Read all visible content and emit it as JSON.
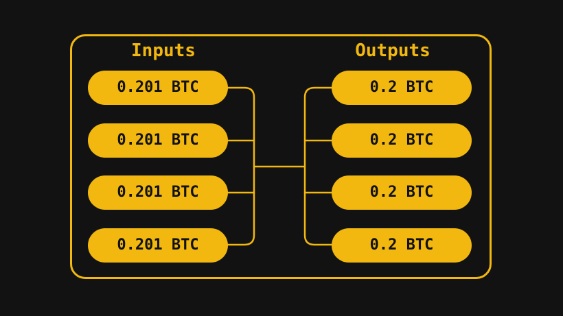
{
  "colors": {
    "background": "#121212",
    "accent": "#f2b80f",
    "pill_text": "#111111"
  },
  "headings": {
    "inputs": "Inputs",
    "outputs": "Outputs"
  },
  "inputs": [
    {
      "label": "0.201 BTC"
    },
    {
      "label": "0.201 BTC"
    },
    {
      "label": "0.201 BTC"
    },
    {
      "label": "0.201 BTC"
    }
  ],
  "outputs": [
    {
      "label": "0.2 BTC"
    },
    {
      "label": "0.2 BTC"
    },
    {
      "label": "0.2 BTC"
    },
    {
      "label": "0.2 BTC"
    }
  ]
}
